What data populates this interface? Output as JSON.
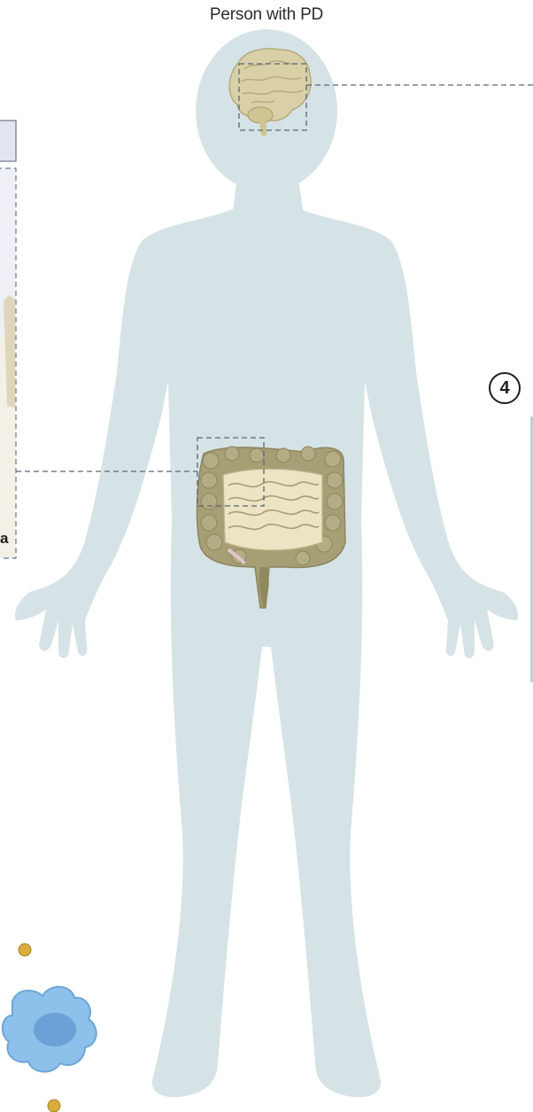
{
  "figure": {
    "title": "Person with PD",
    "step_marker": "4",
    "panel_cut_letter": "a"
  },
  "colors": {
    "body_silhouette": "#d6e3e6",
    "brain": "#d9d0a8",
    "intestine": "#a69f76",
    "small_intestine": "#ece4c3",
    "dashed_lines": "#5a6478",
    "immune_cell": "#8dc0ea",
    "particles": "#d7ad3b"
  },
  "icons": [
    "brain-icon",
    "intestine-icon",
    "immune-cell-icon"
  ]
}
